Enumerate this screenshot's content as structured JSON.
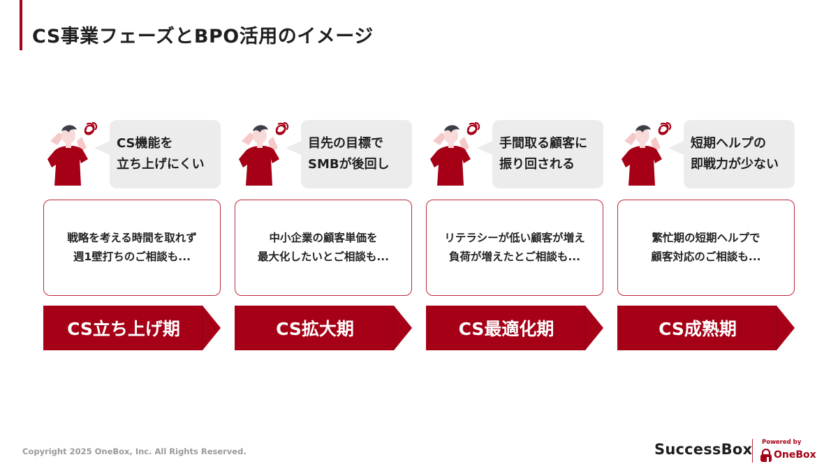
{
  "header": {
    "title": "CS事業フェーズとBPO活用のイメージ"
  },
  "colors": {
    "accent": "#a50016",
    "bubble_bg": "#ececec",
    "card_border": "#b8283a"
  },
  "phases": [
    {
      "bubble": "CS機能を\n立ち上げにくい",
      "card": "戦略を考える時間を取れず\n週1壁打ちのご相談も...",
      "label": "CS立ち上げ期"
    },
    {
      "bubble": "目先の目標で\nSMBが後回し",
      "card": "中小企業の顧客単価を\n最大化したいとご相談も...",
      "label": "CS拡大期"
    },
    {
      "bubble": "手間取る顧客に\n振り回される",
      "card": "リテラシーが低い顧客が増え\n負荷が増えたとご相談も...",
      "label": "CS最適化期"
    },
    {
      "bubble": "短期ヘルプの\n即戦力が少ない",
      "card": "繁忙期の短期ヘルプで\n顧客対応のご相談も...",
      "label": "CS成熟期"
    }
  ],
  "footer": {
    "copyright": "Copyright 2025 OneBox, Inc. All Rights Reserved.",
    "brand": "SuccessBox",
    "powered_by": "Powered by",
    "partner": "OneBox"
  }
}
